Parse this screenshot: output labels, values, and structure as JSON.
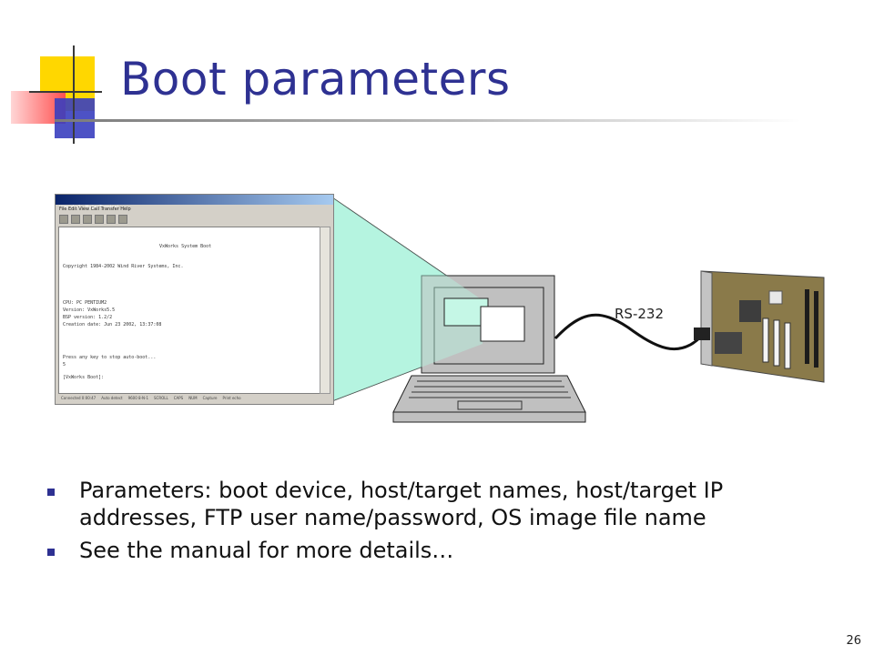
{
  "slide": {
    "title": "Boot parameters",
    "page_number": "26"
  },
  "terminal": {
    "window_title": "vxworks1 - HyperTerminal",
    "menu_items": "File  Edit  View  Call  Transfer  Help",
    "lines": {
      "boot_title": "VxWorks System Boot",
      "copyright": "Copyright 1984-2002  Wind River Systems, Inc.",
      "cpu": "CPU: PC PENTIUM2",
      "version": "Version: VxWorks5.5",
      "bsp": "BSP version: 1.2/2",
      "creation": "Creation date: Jun 23 2002, 13:37:08",
      "press_key": "Press any key to stop auto-boot...",
      "countdown": " 5",
      "prompt": "[VxWorks Boot]:"
    },
    "status": {
      "connected": "Connected 0:00:47",
      "detect": "Auto detect",
      "params": "9600 8-N-1",
      "scroll": "SCROLL",
      "caps": "CAPS",
      "num": "NUM",
      "capture": "Capture",
      "echo": "Print echo"
    }
  },
  "connection": {
    "label": "RS-232"
  },
  "bullets": [
    "Parameters:  boot device, host/target names, host/target IP addresses, FTP user name/password, OS image file name",
    "See the manual for more details…"
  ],
  "colors": {
    "title": "#2e3192",
    "bullet": "#2e3192",
    "projection": "#b5f5e0"
  }
}
